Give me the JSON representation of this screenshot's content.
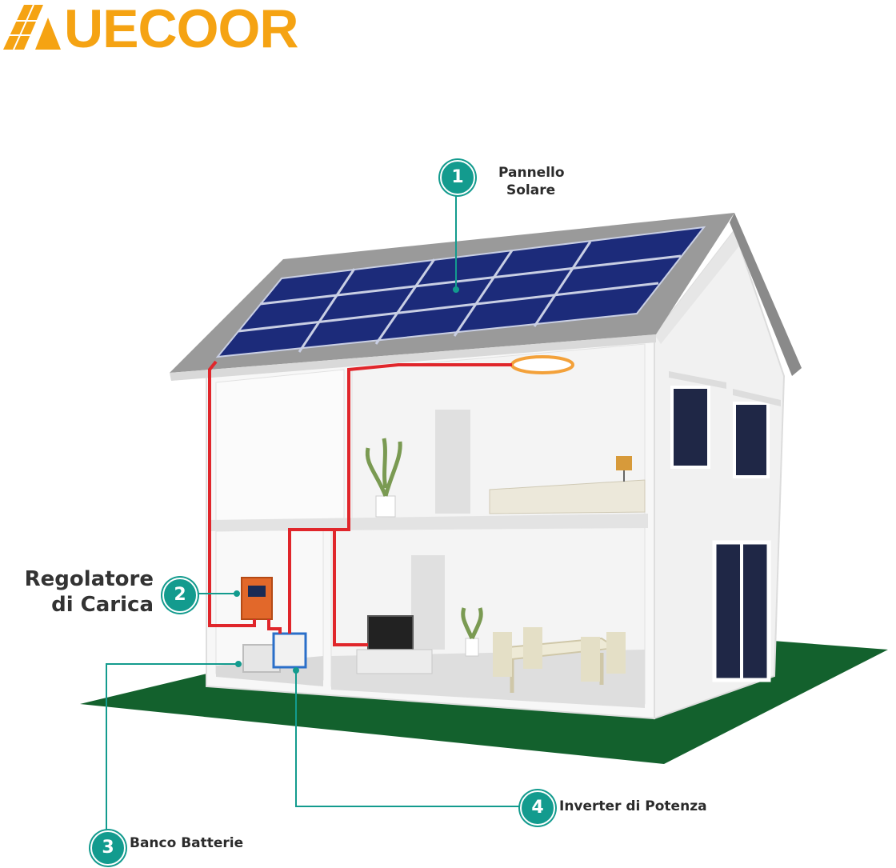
{
  "brand": {
    "name": "UECOOR",
    "color": "#f5a313"
  },
  "accent_color": "#139b8e",
  "wire_color": "#e0262b",
  "callouts": [
    {
      "number": "1",
      "lines": [
        "Pannello",
        "Solare"
      ]
    },
    {
      "number": "2",
      "lines": [
        "Regolatore",
        "di Carica"
      ]
    },
    {
      "number": "3",
      "lines": [
        "Banco Batterie"
      ]
    },
    {
      "number": "4",
      "lines": [
        "Inverter di Potenza"
      ]
    }
  ]
}
